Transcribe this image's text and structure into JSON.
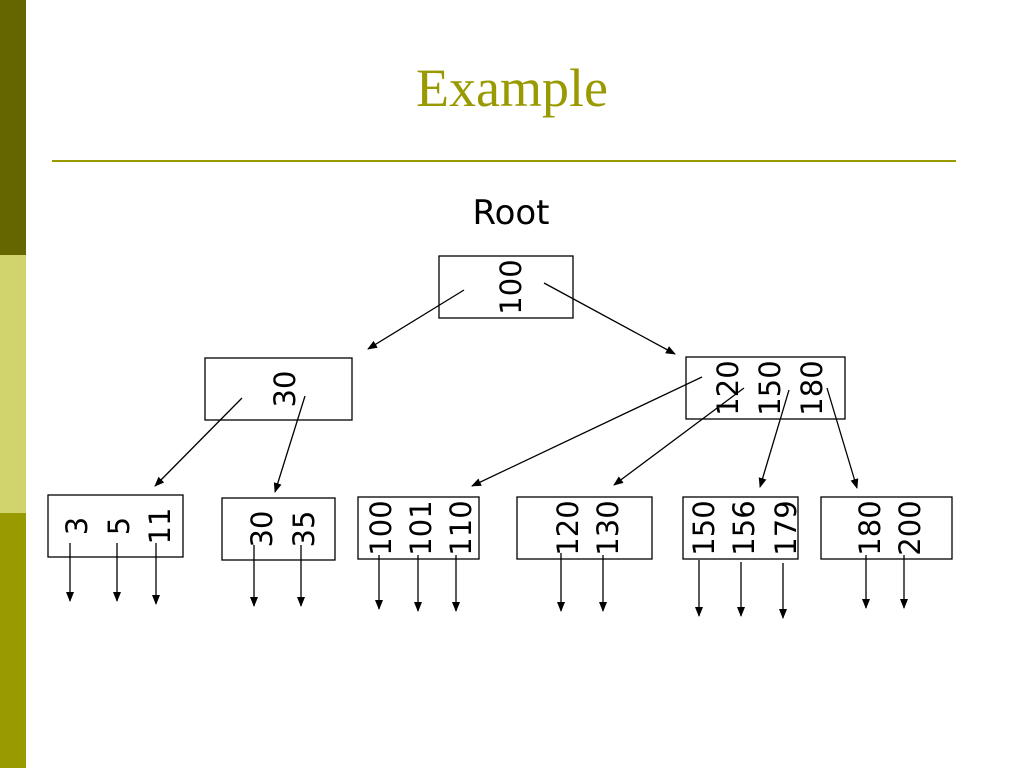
{
  "slide": {
    "title": "Example",
    "colors": {
      "bar_top": "#666600",
      "bar_middle": "#d1d36d",
      "bar_bottom": "#999900",
      "title": "#999900",
      "rule": "#999900"
    }
  },
  "diagram": {
    "root_label": "Root",
    "nodes": {
      "root": {
        "keys": [
          "100"
        ]
      },
      "internal_left": {
        "keys": [
          "30"
        ]
      },
      "internal_right": {
        "keys": [
          "120",
          "150",
          "180"
        ]
      },
      "leaf_1": {
        "keys": [
          "3",
          "5",
          "11"
        ]
      },
      "leaf_2": {
        "keys": [
          "30",
          "35"
        ]
      },
      "leaf_3": {
        "keys": [
          "100",
          "101",
          "110"
        ]
      },
      "leaf_4": {
        "keys": [
          "120",
          "130"
        ]
      },
      "leaf_5": {
        "keys": [
          "150",
          "156",
          "179"
        ]
      },
      "leaf_6": {
        "keys": [
          "180",
          "200"
        ]
      }
    }
  }
}
